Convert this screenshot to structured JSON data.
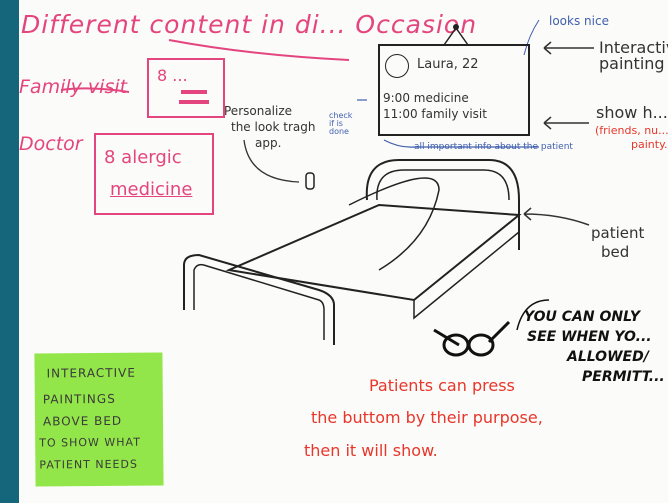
{
  "title": "Different content in di... Occasion",
  "family_visit": {
    "label": "Family visit",
    "box_text": "8 ..."
  },
  "doctor": {
    "label": "Doctor",
    "line1": "8 alergic",
    "line2": "medicine"
  },
  "painting": {
    "name": "Laura, 22",
    "line1": "9:00 medicine",
    "line2": "11:00 family visit",
    "check_note": "check if is done"
  },
  "notes": {
    "looks_nice": "looks nice",
    "interactive_painting": "Interactive painting",
    "show_h": "show h...",
    "friends": "(friends, nu...",
    "painty": "painty...",
    "personalize": [
      "Personalize",
      "the look tragh",
      "app."
    ],
    "all_info": "all important info about the patient",
    "patient_bed": [
      "patient",
      "bed"
    ],
    "permitted": [
      "YOU CAN ONLY",
      "SEE WHEN YO...",
      "ALLOWED/",
      "PERMITT..."
    ]
  },
  "press_note": [
    "Patients can press",
    "the buttom by their purpose,",
    "then it will show."
  ],
  "sticky_note": [
    "INTERACTIVE",
    "PAINTINGS",
    "ABOVE BED",
    "TO SHOW WHAT",
    "PATIENT NEEDS"
  ],
  "colors": {
    "pink": "#e4457f",
    "red": "#e8362a",
    "blue": "#3f5fae",
    "sticky": "#93e64a",
    "frame": "#15667a"
  }
}
